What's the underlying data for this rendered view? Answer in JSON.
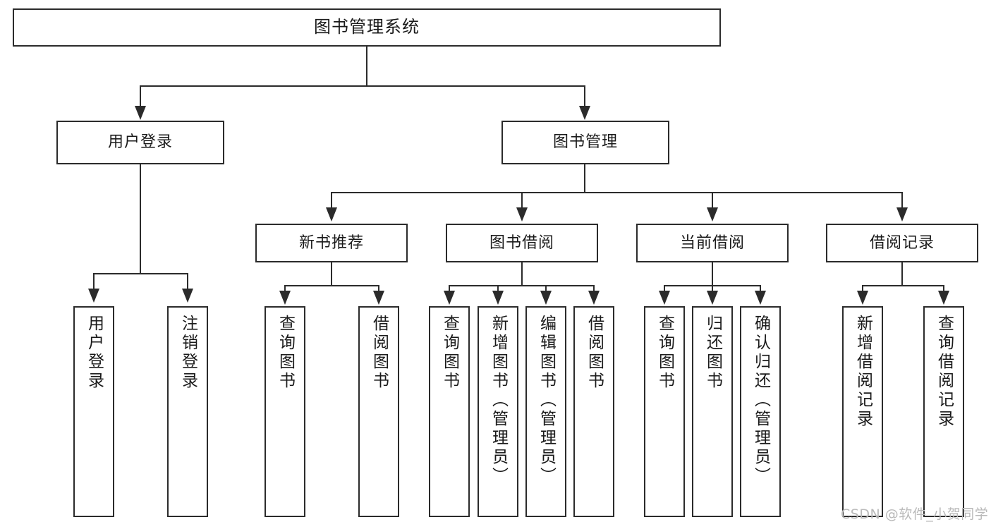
{
  "diagram": {
    "type": "hierarchy-tree",
    "title": "图书管理系统",
    "levels": 4,
    "colors": {
      "stroke": "#2b2b2b",
      "fill": "#ffffff",
      "background": "#ffffff",
      "watermark": "#b9b9b9"
    },
    "root": {
      "label": "图书管理系统"
    },
    "level2": [
      {
        "id": "user-login",
        "label": "用户登录"
      },
      {
        "id": "book-management",
        "label": "图书管理"
      }
    ],
    "level3": [
      {
        "id": "new-book-recommend",
        "label": "新书推荐"
      },
      {
        "id": "book-borrow",
        "label": "图书借阅"
      },
      {
        "id": "current-borrow",
        "label": "当前借阅"
      },
      {
        "id": "borrow-record",
        "label": "借阅记录"
      }
    ],
    "leaves": {
      "user_login": [
        {
          "id": "leaf-user-login",
          "label": "用户登录"
        },
        {
          "id": "leaf-user-logout",
          "label": "注销登录"
        }
      ],
      "new_book_recommend": [
        {
          "id": "leaf-query-book-1",
          "label": "查询图书"
        },
        {
          "id": "leaf-borrow-book-1",
          "label": "借阅图书"
        }
      ],
      "book_borrow": [
        {
          "id": "leaf-query-book-2",
          "label": "查询图书"
        },
        {
          "id": "leaf-add-book",
          "label": "新增图书（管理员）"
        },
        {
          "id": "leaf-edit-book",
          "label": "编辑图书（管理员）"
        },
        {
          "id": "leaf-borrow-book-2",
          "label": "借阅图书"
        }
      ],
      "current_borrow": [
        {
          "id": "leaf-query-book-3",
          "label": "查询图书"
        },
        {
          "id": "leaf-return-book",
          "label": "归还图书"
        },
        {
          "id": "leaf-confirm-return",
          "label": "确认归还（管理员）"
        }
      ],
      "borrow_record": [
        {
          "id": "leaf-add-record",
          "label": "新增借阅记录"
        },
        {
          "id": "leaf-query-record",
          "label": "查询借阅记录"
        }
      ]
    }
  },
  "watermark": {
    "text": "CSDN @软件_小贺同学"
  }
}
